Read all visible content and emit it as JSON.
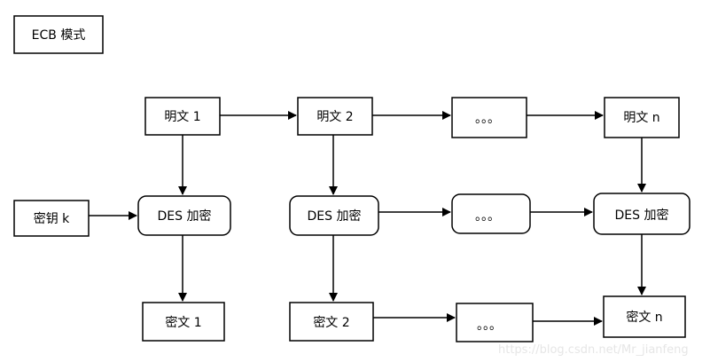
{
  "title": "ECB 模式",
  "nodes": {
    "p1": "明文 1",
    "p2": "明文 2",
    "pdots": "。。。",
    "pn": "明文 n",
    "key": "密钥 k",
    "e1": "DES 加密",
    "e2": "DES 加密",
    "edots": "。。。",
    "en": "DES 加密",
    "c1": "密文 1",
    "c2": "密文 2",
    "cdots": "。。。",
    "cn": "密文 n"
  },
  "watermark": "https://blog.csdn.net/Mr_jianfeng"
}
